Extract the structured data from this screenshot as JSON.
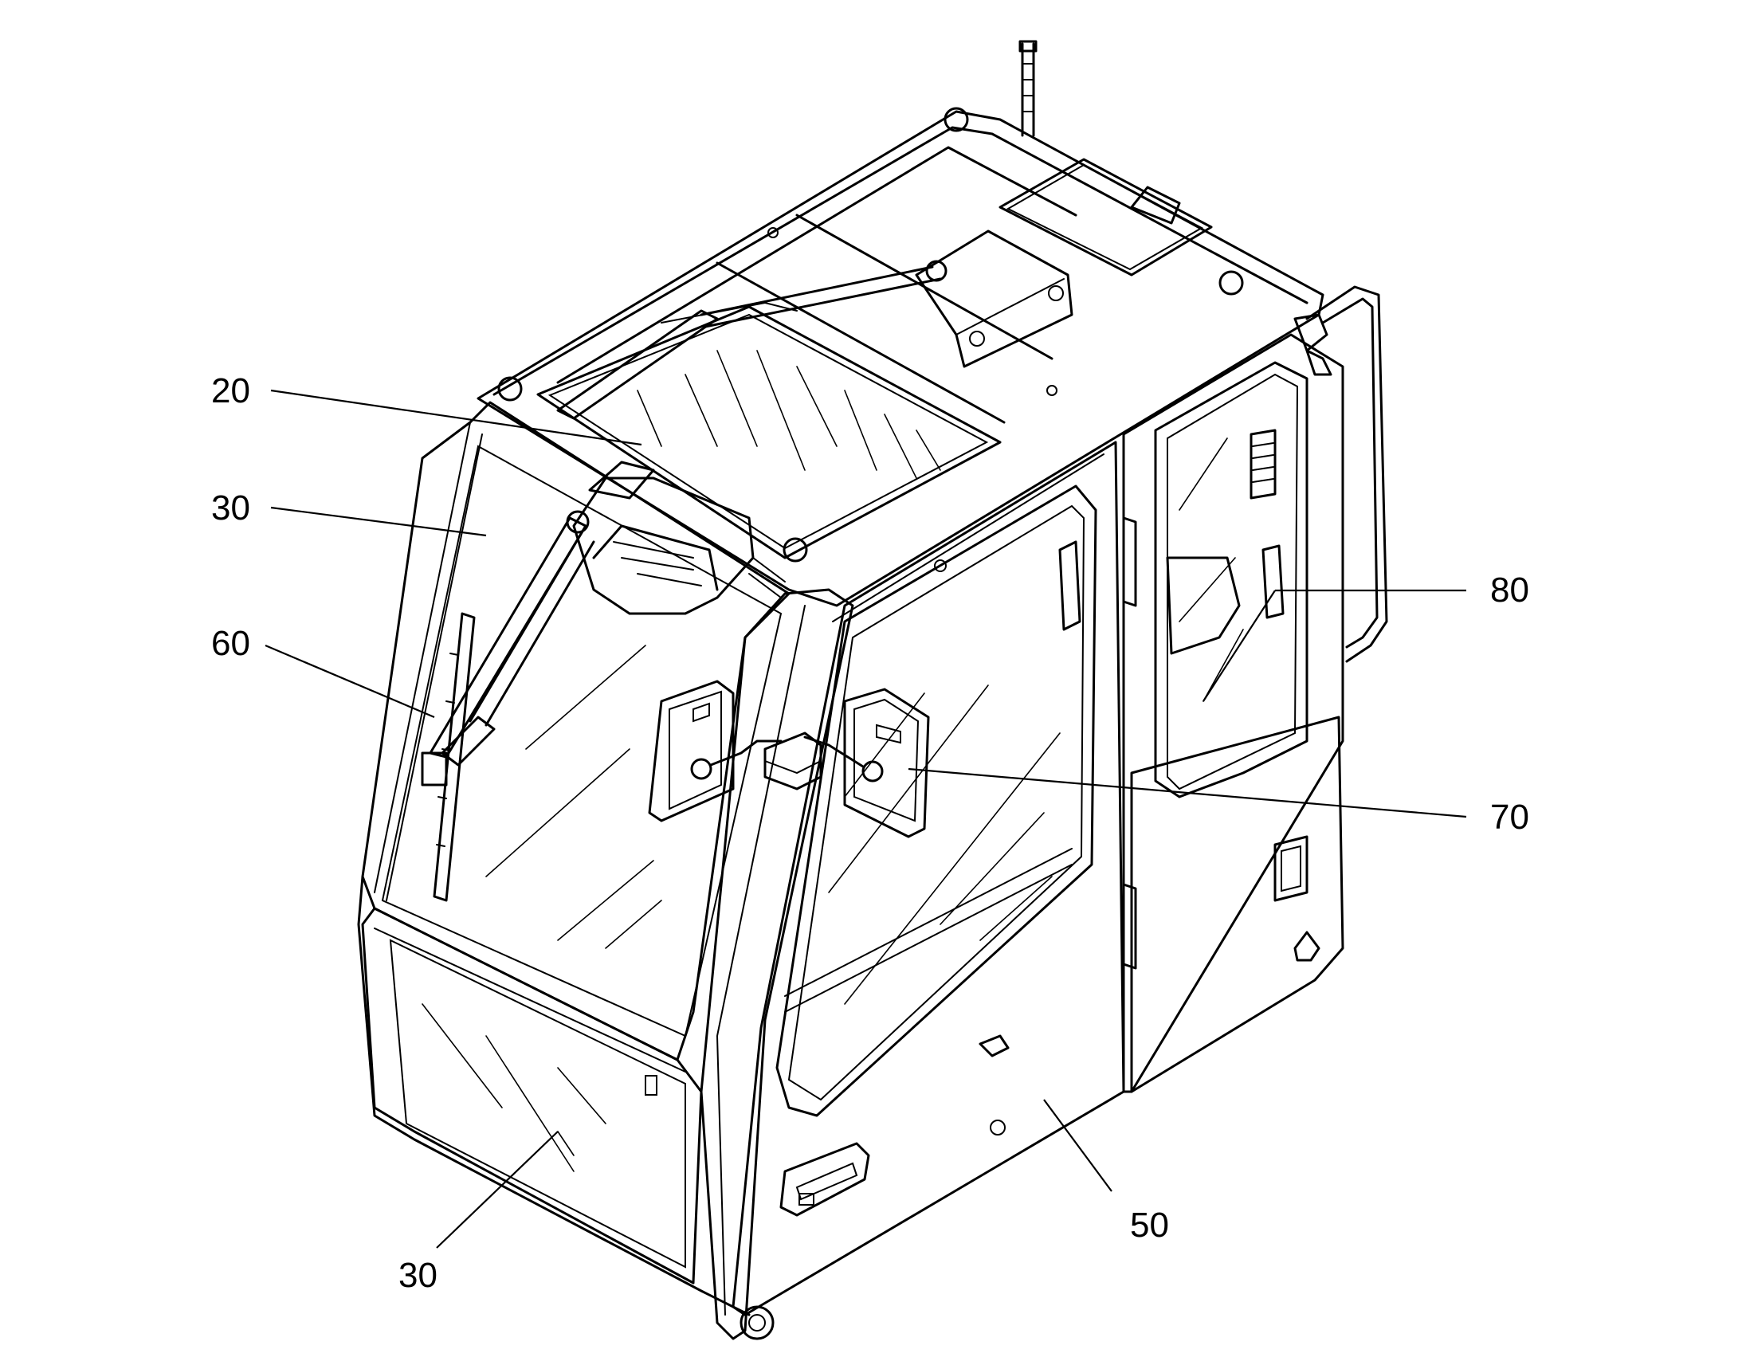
{
  "callouts": [
    {
      "id": "20",
      "text": "20"
    },
    {
      "id": "30a",
      "text": "30"
    },
    {
      "id": "60",
      "text": "60"
    },
    {
      "id": "80",
      "text": "80"
    },
    {
      "id": "70",
      "text": "70"
    },
    {
      "id": "50",
      "text": "50"
    },
    {
      "id": "30b",
      "text": "30"
    }
  ]
}
